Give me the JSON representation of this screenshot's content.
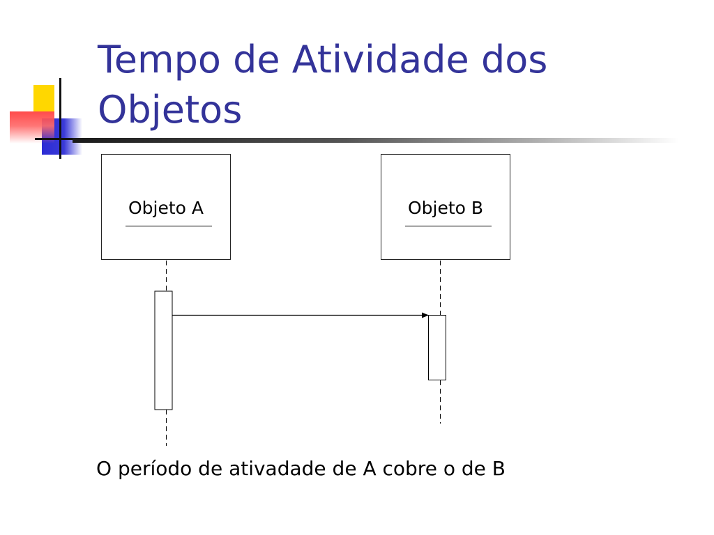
{
  "slide": {
    "title": "Tempo de Atividade dos\nObjetos",
    "caption": "O período de ativadade de A cobre o de B"
  },
  "diagram": {
    "type": "sequence",
    "objects": [
      {
        "id": "A",
        "label": "Objeto A"
      },
      {
        "id": "B",
        "label": "Objeto B"
      }
    ],
    "messages": [
      {
        "from": "A",
        "to": "B"
      }
    ]
  },
  "colors": {
    "title": "#333399",
    "logo_yellow": "#ffd700",
    "logo_red": "#ff3b3b",
    "logo_blue": "#2b2bd4"
  }
}
